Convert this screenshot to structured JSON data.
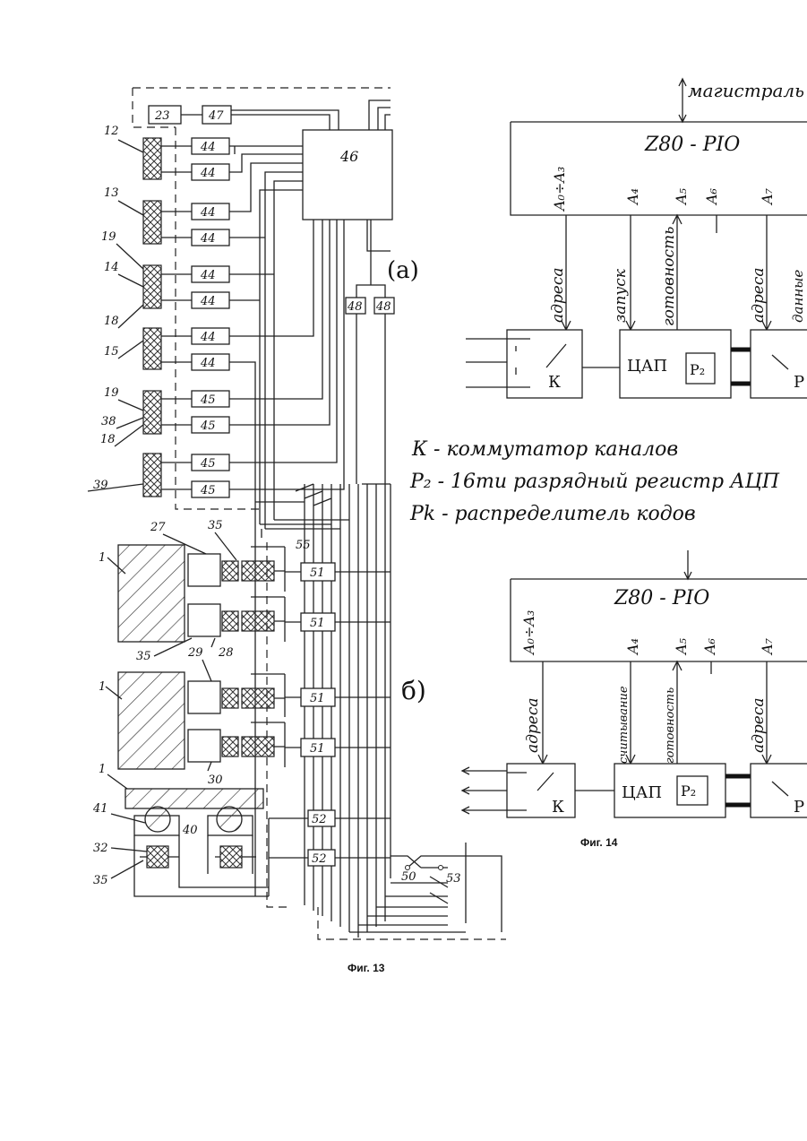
{
  "fig13": {
    "caption": "Фиг. 13",
    "side_labels": [
      "12",
      "13",
      "19",
      "14",
      "18",
      "15",
      "19",
      "38",
      "18",
      "39"
    ],
    "box_44": "44",
    "box_45": "45",
    "box_23": "23",
    "box_47": "47",
    "box_46": "46",
    "box_48": "48",
    "box_51": "51",
    "box_52": "52",
    "label_a": "(а)",
    "label_b": "б)",
    "mech_labels": {
      "l1": "1",
      "l27": "27",
      "l35a": "35",
      "l55": "55",
      "l35b": "35",
      "l28": "28",
      "l29": "29",
      "l30": "30",
      "l41": "41",
      "l40": "40",
      "l32": "32",
      "l35c": "35",
      "l50": "50",
      "l53": "53"
    }
  },
  "fig14": {
    "caption": "Фиг. 14",
    "top": {
      "bus": "магистраль",
      "chip": "Z80 - PIO",
      "pins": [
        "A₀÷A₃",
        "A₄",
        "A₅",
        "A₆",
        "A₇"
      ],
      "signals": [
        "адреса",
        "запуск",
        "готовность",
        "адреса",
        "данные"
      ],
      "k": "К",
      "dac": "ЦАП",
      "reg": "P₂",
      "p": "P"
    },
    "legend": [
      "К - коммутатор каналов",
      "P₂ - 16ти разрядный регистр АЦП",
      "Pk - распределитель кодов"
    ],
    "bottom": {
      "chip": "Z80 - PIO",
      "pins": [
        "A₀÷A₃",
        "A₄",
        "A₅",
        "A₆",
        "A₇"
      ],
      "signals": [
        "адреса",
        "считывание",
        "готовность",
        "адреса"
      ],
      "k": "К",
      "dac": "ЦАП",
      "reg": "P₂",
      "p": "P"
    }
  }
}
